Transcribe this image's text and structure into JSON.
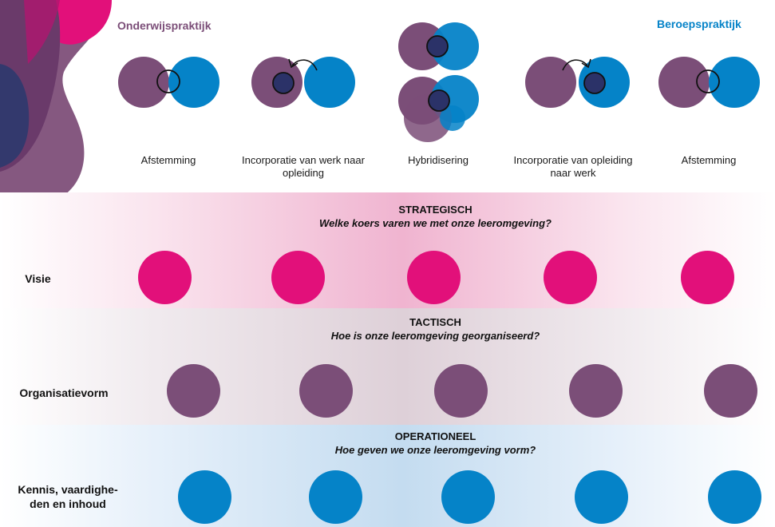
{
  "header": {
    "left_title": "Onderwijspraktijk",
    "right_title": "Beroepspraktijk"
  },
  "colors": {
    "pink": "#e2107a",
    "purple": "#7b4e78",
    "blue": "#0583c8",
    "navy": "#2b3268"
  },
  "models": [
    {
      "label": "Afstemming"
    },
    {
      "label": "Incorporatie van werk naar opleiding"
    },
    {
      "label": "Hybridisering"
    },
    {
      "label": "Incorporatie van opleiding naar werk"
    },
    {
      "label": "Afstemming"
    }
  ],
  "levels": [
    {
      "title": "STRATEGISCH",
      "question": "Welke koers varen we met onze leeromgeving?",
      "row_label": "Visie",
      "circle_color": "pink",
      "circle_count": 5
    },
    {
      "title": "TACTISCH",
      "question": "Hoe is onze leeromgeving georganiseerd?",
      "row_label": "Organisatievorm",
      "circle_color": "purple",
      "circle_count": 5
    },
    {
      "title": "OPERATIONEEL",
      "question": "Hoe geven we onze leeromgeving vorm?",
      "row_label": "Kennis, vaardighe-den en inhoud",
      "circle_color": "blue",
      "circle_count": 5
    }
  ]
}
